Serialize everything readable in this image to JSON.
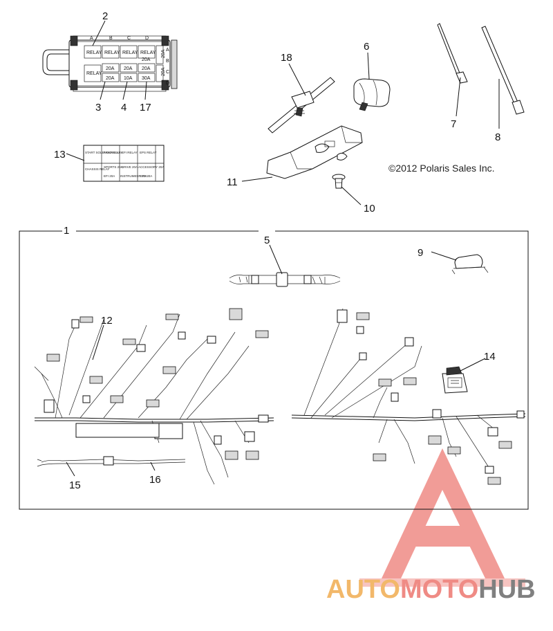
{
  "callouts": [
    "1",
    "2",
    "3",
    "4",
    "5",
    "6",
    "7",
    "8",
    "9",
    "10",
    "11",
    "12",
    "13",
    "14",
    "15",
    "16",
    "17",
    "18"
  ],
  "fuse_box": {
    "row_letters": [
      "A",
      "B",
      "C",
      "D"
    ],
    "relays": [
      "RELAY",
      "RELAY",
      "RELAY",
      "RELAY",
      "RELAY"
    ],
    "fuses": [
      "20A",
      "20A",
      "20A",
      "20A",
      "20A",
      "10A",
      "30A",
      "20A",
      "20A"
    ]
  },
  "label_card": {
    "top": [
      "START SOLENOID RELAY",
      "FAN RELAY",
      "EFI RELAY",
      "EPS RELAY"
    ],
    "bottom": [
      "CHASSIS RELAY",
      "SPORTS 20A",
      "DRIVE 20A",
      "ACCESSORY 20A",
      "EFI 20A",
      "INSTRUMENT 10A",
      "EPS 30A"
    ]
  },
  "copyright": "©2012 Polaris Sales Inc.",
  "watermark": {
    "part1": "AUTO",
    "part2": "MOTO",
    "part3": "HUB",
    "color1": "#f2b86a",
    "color2": "#ef8b85",
    "color3": "#808080"
  }
}
